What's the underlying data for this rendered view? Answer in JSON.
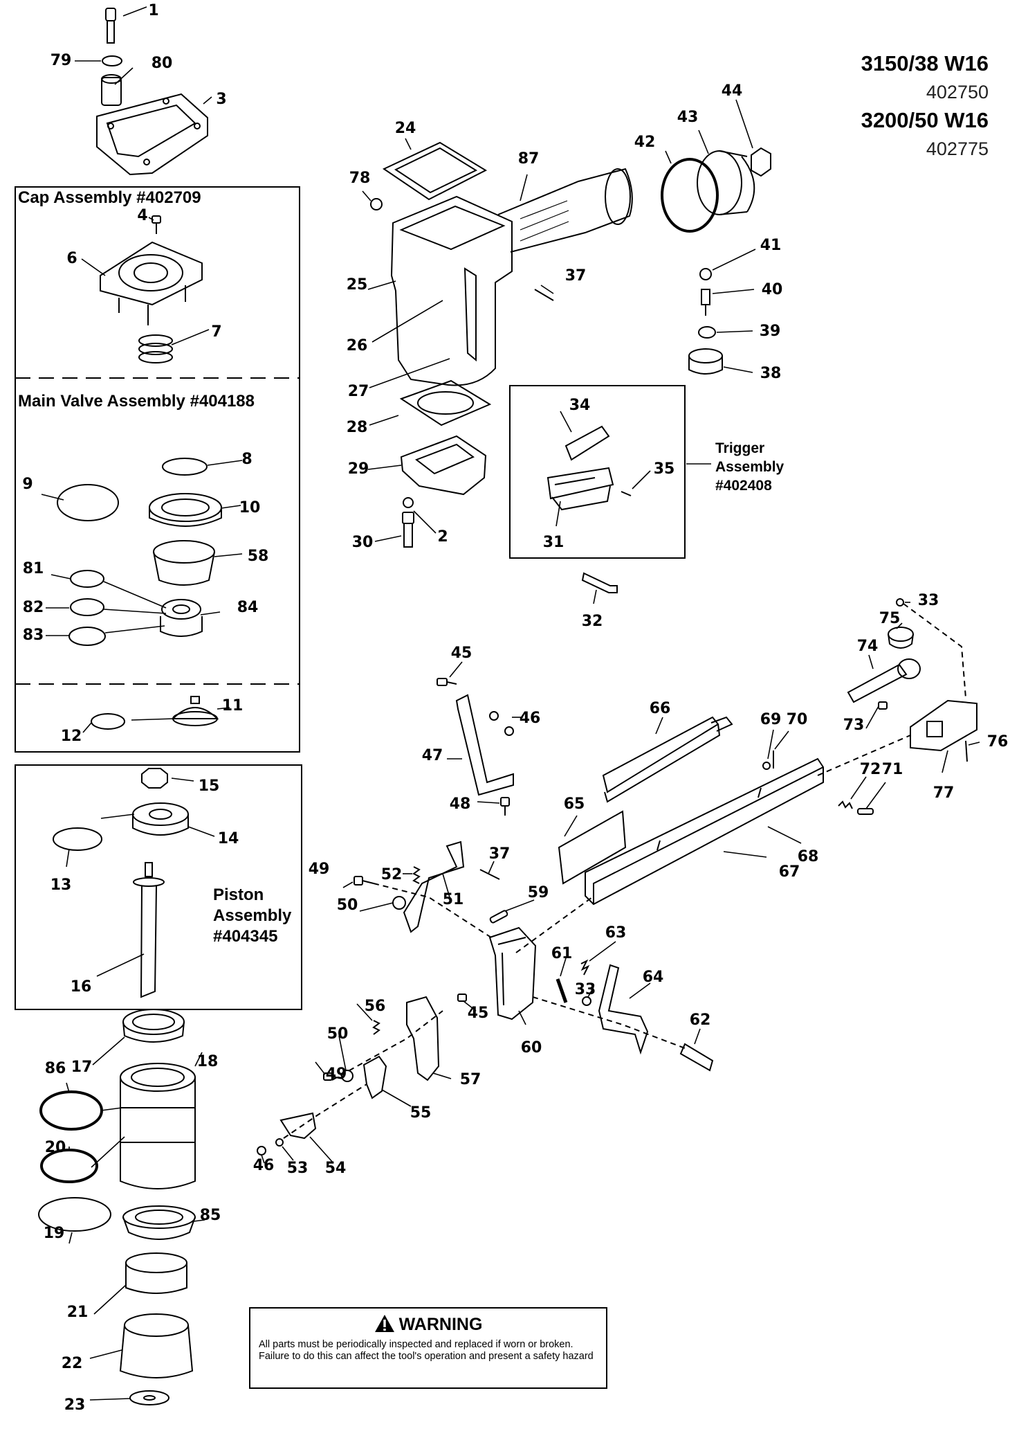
{
  "models": [
    {
      "name": "3150/38 W16",
      "number": "402750"
    },
    {
      "name": "3200/50 W16",
      "number": "402775"
    }
  ],
  "assemblies": {
    "cap": "Cap Assembly #402709",
    "main_valve": "Main Valve Assembly #404188",
    "piston": [
      "Piston",
      "Assembly",
      "#404345"
    ],
    "trigger": [
      "Trigger",
      "Assembly",
      "#402408"
    ]
  },
  "warning": {
    "title": "WARNING",
    "text": "All parts must be periodically inspected and replaced if worn or broken. Failure to do this can affect the tool's operation and present a safety hazard"
  },
  "callouts": [
    "1",
    "2",
    "3",
    "4",
    "6",
    "7",
    "8",
    "9",
    "10",
    "11",
    "12",
    "13",
    "14",
    "15",
    "16",
    "17",
    "18",
    "19",
    "20",
    "21",
    "22",
    "23",
    "24",
    "25",
    "26",
    "27",
    "28",
    "29",
    "30",
    "31",
    "32",
    "33",
    "33",
    "34",
    "35",
    "37",
    "37",
    "38",
    "39",
    "40",
    "41",
    "42",
    "43",
    "44",
    "45",
    "45",
    "46",
    "46",
    "47",
    "48",
    "49",
    "49",
    "50",
    "50",
    "51",
    "52",
    "53",
    "54",
    "55",
    "56",
    "57",
    "58",
    "59",
    "60",
    "61",
    "62",
    "63",
    "64",
    "65",
    "66",
    "67",
    "68",
    "69",
    "70",
    "71",
    "72",
    "73",
    "74",
    "75",
    "76",
    "77",
    "78",
    "79",
    "80",
    "81",
    "82",
    "83",
    "84",
    "85",
    "86",
    "87"
  ]
}
